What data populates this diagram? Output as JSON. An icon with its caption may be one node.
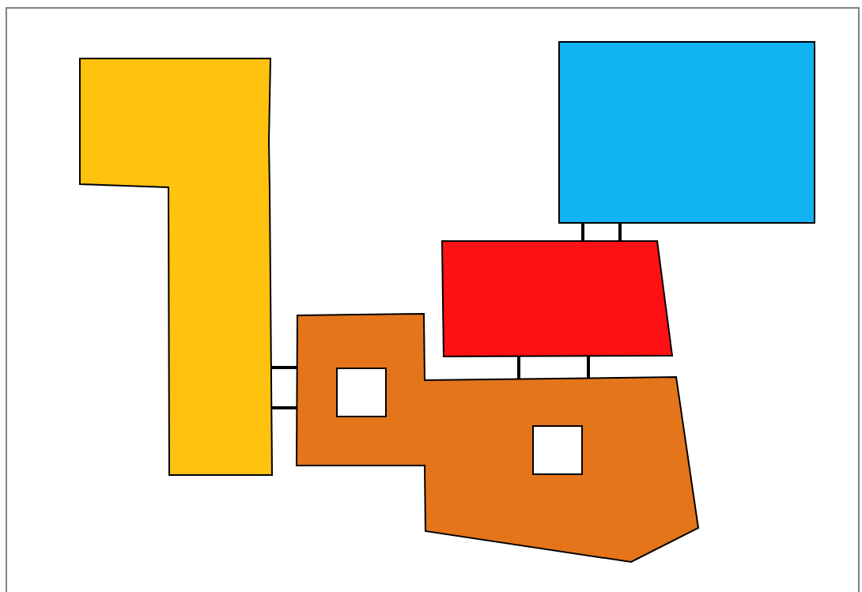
{
  "diagram": {
    "nodes": [
      {
        "text": [],
        "shape": "polygon"
      },
      {
        "text": [],
        "shape": "polygon"
      },
      {
        "text": [],
        "shape": "box",
        "in": 1
      },
      {
        "text": [],
        "shape": "box",
        "in": 1
      },
      {
        "text": [],
        "shape": "trapezoid"
      },
      {
        "text": [],
        "shape": "box"
      }
    ],
    "edges": [
      {
        "from": 0,
        "to": 1,
        "arrow": "none"
      },
      {
        "from": 0,
        "to": 1,
        "arrow": "none"
      },
      {
        "from": 4,
        "to": 1,
        "arrow": "none"
      },
      {
        "from": 4,
        "to": 1,
        "arrow": "none"
      },
      {
        "from": 5,
        "to": 4,
        "arrow": "none"
      },
      {
        "from": 5,
        "to": 4,
        "arrow": "none"
      }
    ]
  }
}
